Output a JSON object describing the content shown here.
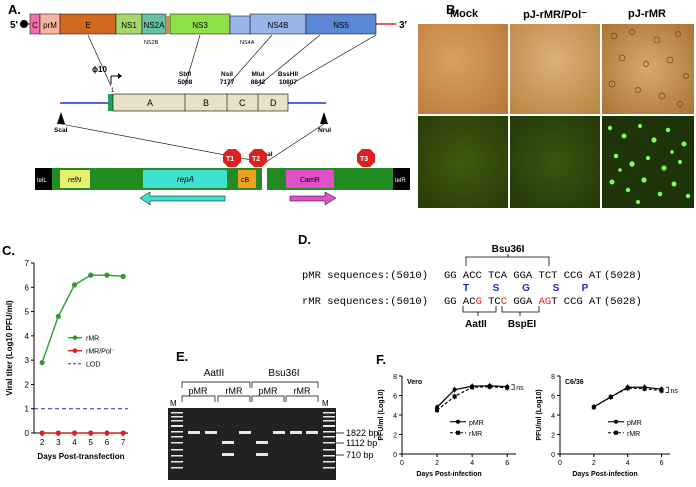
{
  "panels": {
    "A": "A.",
    "B": "B.",
    "C": "C.",
    "D": "D.",
    "E": "E.",
    "F": "F."
  },
  "panelA": {
    "five_prime": "5'",
    "three_prime": "3'",
    "genes": [
      {
        "name": "C",
        "color": "#f06fa8"
      },
      {
        "name": "prM",
        "color": "#f5b7a0"
      },
      {
        "name": "E",
        "color": "#d2691e"
      },
      {
        "name": "NS1",
        "color": "#a6d96a"
      },
      {
        "name": "NS2A",
        "color": "#66c2a5"
      },
      {
        "name": "NS3",
        "color": "#8ee046"
      },
      {
        "name": "NS4B",
        "color": "#9ab6e8"
      },
      {
        "name": "NS5",
        "color": "#5b87d6"
      }
    ],
    "subgenes": {
      "ns2b": "NS2B",
      "ns4a": "NS4A"
    },
    "promoter": "ϕ10",
    "one": "1",
    "sites": [
      {
        "name": "SbfI",
        "pos": "5008"
      },
      {
        "name": "NsiI",
        "pos": "7177"
      },
      {
        "name": "MluI",
        "pos": "8842"
      },
      {
        "name": "BssHII",
        "pos": "10807"
      }
    ],
    "fragments": [
      "A",
      "B",
      "C",
      "D"
    ],
    "scai": "ScaI",
    "nrui": "NruI",
    "smai": "SmaI",
    "vector": [
      "telL",
      "refN",
      "repA",
      "cB",
      "T1",
      "T2",
      "CamR",
      "T3",
      "telR"
    ]
  },
  "panelB": {
    "cols": [
      "Mock",
      "pJ-rMR/Pol⁻",
      "pJ-rMR"
    ]
  },
  "panelC": {
    "chart_data": {
      "type": "line",
      "ylabel": "Viral titer (Log10 PFU/ml)",
      "xlabel": "Days Post-transfection",
      "x": [
        2,
        3,
        4,
        5,
        6,
        7
      ],
      "xlim": [
        1.5,
        7.3
      ],
      "ylim": [
        0,
        7
      ],
      "yticks": [
        0,
        1,
        2,
        3,
        4,
        5,
        6,
        7
      ],
      "series": [
        {
          "name": "rMR",
          "values": [
            2.9,
            4.8,
            6.1,
            6.5,
            6.5,
            6.45
          ],
          "color": "#2a9d2a"
        },
        {
          "name": "rMR/Pol⁻",
          "values": [
            0,
            0,
            0,
            0,
            0,
            0
          ],
          "color": "#e02020"
        },
        {
          "name": "LOD",
          "values": [
            1,
            1,
            1,
            1,
            1,
            1
          ],
          "color": "#2030c0"
        }
      ],
      "legend_position": "right"
    }
  },
  "panelD": {
    "enzyme_top": "Bsu36I",
    "pmr_label": "pMR sequences:(5010)",
    "pmr_seq": "GG ACC TCA GGA TCT CCG AT",
    "pmr_end": "(5028)",
    "aa": [
      "T",
      "S",
      "G",
      "S",
      "P"
    ],
    "rmr_label": "rMR sequences:(5010)",
    "rmr_end": "(5028)",
    "enzymes_bottom": [
      "AatII",
      "BspEI"
    ]
  },
  "panelE": {
    "enzymes": [
      "AatII",
      "Bsu36I"
    ],
    "lanes": [
      "M",
      "pMR",
      "rMR",
      "pMR",
      "rMR",
      "M"
    ],
    "sizes": [
      "1822 bp",
      "1112 bp",
      "710 bp"
    ]
  },
  "panelF": {
    "chart_data": [
      {
        "type": "line",
        "title": "Vero",
        "ylabel": "PFU/ml (Log10)",
        "xlabel": "Days Post-infection",
        "x": [
          2,
          3,
          4,
          5,
          6
        ],
        "xlim": [
          0,
          6.5
        ],
        "ylim": [
          0,
          8
        ],
        "xticks": [
          0,
          2,
          4,
          6
        ],
        "yticks": [
          0,
          2,
          4,
          6,
          8
        ],
        "series": [
          {
            "name": "pMR",
            "values": [
              4.8,
              6.6,
              6.95,
              7.0,
              6.9
            ]
          },
          {
            "name": "rMR",
            "values": [
              4.5,
              5.9,
              6.85,
              6.9,
              6.8
            ]
          }
        ],
        "annotation": "ns"
      },
      {
        "type": "line",
        "title": "C6/36",
        "ylabel": "PFU/ml (Log10)",
        "xlabel": "Days Post-infection",
        "x": [
          2,
          3,
          4,
          5,
          6
        ],
        "xlim": [
          0,
          6.5
        ],
        "ylim": [
          0,
          8
        ],
        "xticks": [
          0,
          2,
          4,
          6
        ],
        "yticks": [
          0,
          2,
          4,
          6,
          8
        ],
        "series": [
          {
            "name": "pMR",
            "values": [
              4.85,
              5.85,
              6.85,
              6.85,
              6.65
            ]
          },
          {
            "name": "rMR",
            "values": [
              4.8,
              5.85,
              6.75,
              6.7,
              6.5
            ]
          }
        ],
        "annotation": "ns"
      }
    ]
  }
}
